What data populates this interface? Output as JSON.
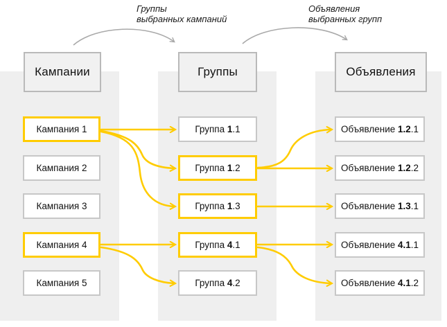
{
  "diagram": {
    "title_context": "campaign-group-ad hierarchy",
    "colors": {
      "accent_yellow": "#ffcc00",
      "band_gray": "#efefef",
      "box_border_gray": "#c7c7c7",
      "header_fill": "#f1f1f1",
      "header_border": "#b9b9b9",
      "gray_arrow": "#a9a9a9"
    },
    "annotations": [
      {
        "line1": "Группы",
        "line2": "выбранных кампаний"
      },
      {
        "line1": "Объявления",
        "line2": "выбранных групп"
      }
    ],
    "columns": [
      {
        "header": "Кампании",
        "items": [
          {
            "pre": "Кампания 1",
            "bold": "",
            "rest": "",
            "selected": true
          },
          {
            "pre": "Кампания 2",
            "bold": "",
            "rest": "",
            "selected": false
          },
          {
            "pre": "Кампания 3",
            "bold": "",
            "rest": "",
            "selected": false
          },
          {
            "pre": "Кампания 4",
            "bold": "",
            "rest": "",
            "selected": true
          },
          {
            "pre": "Кампания 5",
            "bold": "",
            "rest": "",
            "selected": false
          }
        ]
      },
      {
        "header": "Группы",
        "items": [
          {
            "pre": "Группа ",
            "bold": "1",
            "rest": ".1",
            "selected": false
          },
          {
            "pre": "Группа ",
            "bold": "1",
            "rest": ".2",
            "selected": true
          },
          {
            "pre": "Группа ",
            "bold": "1",
            "rest": ".3",
            "selected": true
          },
          {
            "pre": "Группа ",
            "bold": "4",
            "rest": ".1",
            "selected": true
          },
          {
            "pre": "Группа ",
            "bold": "4",
            "rest": ".2",
            "selected": false
          }
        ]
      },
      {
        "header": "Объявления",
        "items": [
          {
            "pre": "Объявление ",
            "bold": "1.2",
            "rest": ".1",
            "selected": false
          },
          {
            "pre": "Объявление ",
            "bold": "1.2",
            "rest": ".2",
            "selected": false
          },
          {
            "pre": "Объявление ",
            "bold": "1.3",
            "rest": ".1",
            "selected": false
          },
          {
            "pre": "Объявление ",
            "bold": "4.1",
            "rest": ".1",
            "selected": false
          },
          {
            "pre": "Объявление ",
            "bold": "4.1",
            "rest": ".2",
            "selected": false
          }
        ]
      }
    ],
    "edges": [
      {
        "from": "Кампания 1",
        "to": "Группа 1.1"
      },
      {
        "from": "Кампания 1",
        "to": "Группа 1.2"
      },
      {
        "from": "Кампания 1",
        "to": "Группа 1.3"
      },
      {
        "from": "Кампания 4",
        "to": "Группа 4.1"
      },
      {
        "from": "Кампания 4",
        "to": "Группа 4.2"
      },
      {
        "from": "Группа 1.2",
        "to": "Объявление 1.2.1"
      },
      {
        "from": "Группа 1.2",
        "to": "Объявление 1.2.2"
      },
      {
        "from": "Группа 1.3",
        "to": "Объявление 1.3.1"
      },
      {
        "from": "Группа 4.1",
        "to": "Объявление 4.1.1"
      },
      {
        "from": "Группа 4.1",
        "to": "Объявление 4.1.2"
      }
    ]
  }
}
